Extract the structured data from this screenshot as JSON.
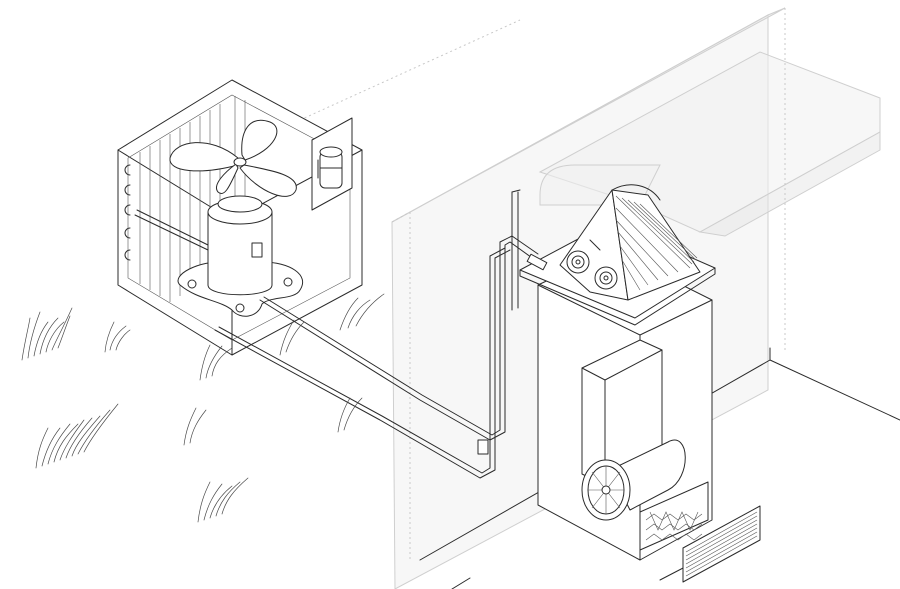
{
  "diagram": {
    "type": "isometric-illustration",
    "components": [
      "outdoor-condenser-unit",
      "condenser-fan",
      "compressor",
      "accumulator",
      "refrigerant-lines",
      "wall",
      "indoor-furnace",
      "evaporator-coil",
      "blower-fan",
      "air-filter",
      "return-vent",
      "grass"
    ],
    "colors": {
      "line": "#2b2b2b",
      "ghost_fill": "#f0f0f0",
      "ghost_stroke": "#cfcfcf",
      "background": "#ffffff"
    }
  }
}
